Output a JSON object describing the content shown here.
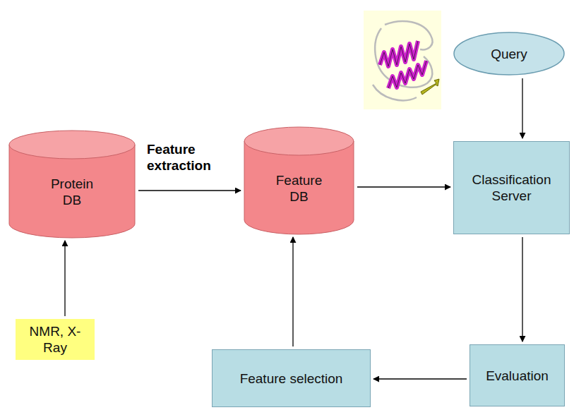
{
  "diagram": {
    "nodes": [
      {
        "text": [
          "Protein DB"
        ]
      },
      {
        "text": [
          "Feature DB"
        ]
      },
      {
        "text": [
          "Query"
        ]
      },
      {
        "text": [
          "Classification Server"
        ]
      },
      {
        "text": [
          "Evaluation"
        ]
      },
      {
        "text": [
          "Feature selection"
        ]
      },
      {
        "text": [
          "NMR, X-Ray"
        ]
      }
    ],
    "edges": [
      {
        "from": 6,
        "to": 0,
        "arrow": "to"
      },
      {
        "from": 0,
        "to": 1,
        "label": "Feature extraction",
        "arrow": "to"
      },
      {
        "from": 1,
        "to": 3,
        "arrow": "to"
      },
      {
        "from": 2,
        "to": 3,
        "arrow": "to"
      },
      {
        "from": 3,
        "to": 4,
        "arrow": "to"
      },
      {
        "from": 4,
        "to": 5,
        "arrow": "to"
      },
      {
        "from": 5,
        "to": 1,
        "arrow": "to"
      }
    ]
  }
}
